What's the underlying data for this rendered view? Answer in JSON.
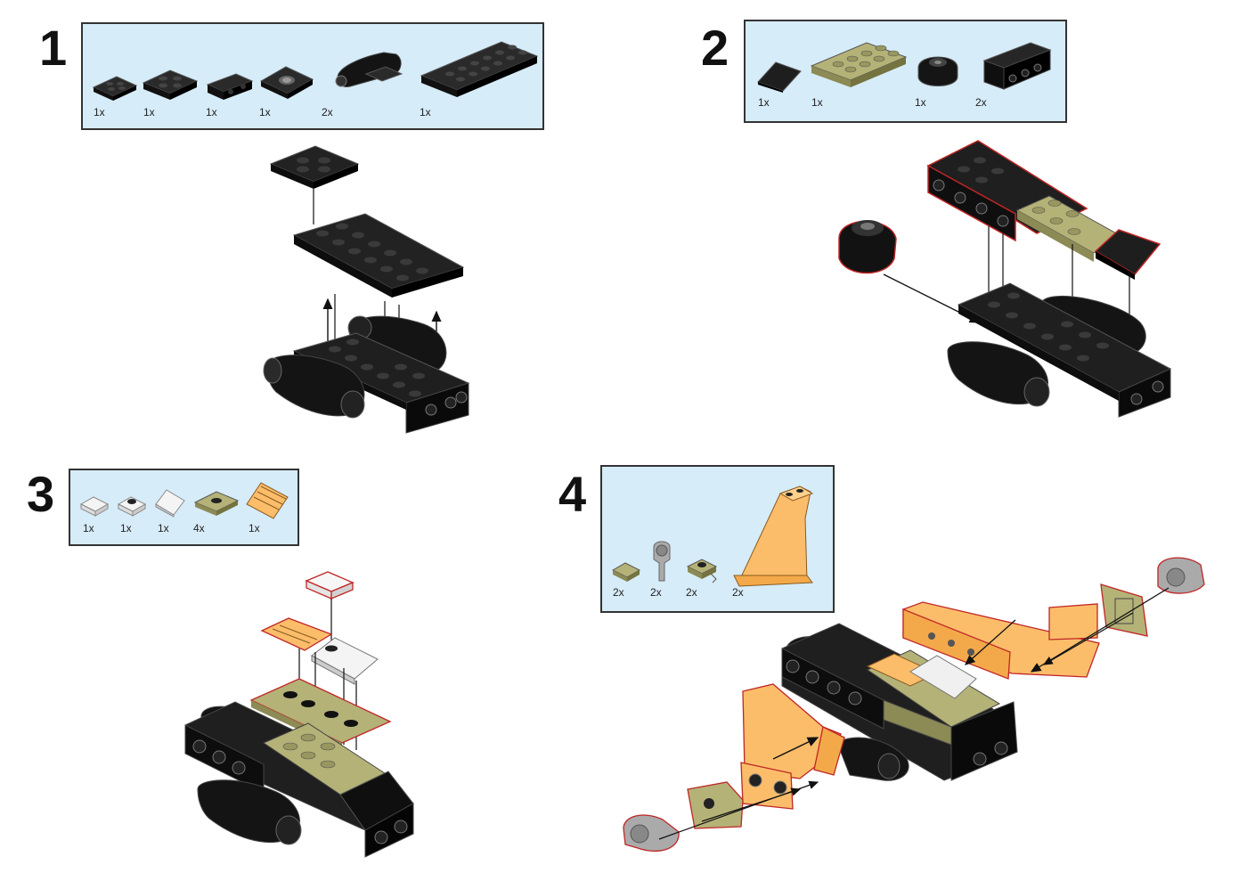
{
  "colors": {
    "parts_background": "#d6ecf8",
    "brick_black": "#111111",
    "brick_olive": "#b4b277",
    "brick_orange": "#fbbd6a",
    "brick_grey": "#aaaaaa",
    "highlight_outline": "#cc2222"
  },
  "steps": [
    {
      "number": "1",
      "parts": [
        {
          "icon": "black-plate-2x2-icon",
          "qty": "1x"
        },
        {
          "icon": "black-plate-2x2-icon",
          "qty": "1x"
        },
        {
          "icon": "black-bracket-icon",
          "qty": "1x"
        },
        {
          "icon": "black-turntable-plate-icon",
          "qty": "1x"
        },
        {
          "icon": "black-jet-engine-icon",
          "qty": "2x"
        },
        {
          "icon": "black-plate-2x6-icon",
          "qty": "1x"
        }
      ]
    },
    {
      "number": "2",
      "parts": [
        {
          "icon": "black-slope-icon",
          "qty": "1x"
        },
        {
          "icon": "olive-plate-2x4-icon",
          "qty": "1x"
        },
        {
          "icon": "black-dome-icon",
          "qty": "1x"
        },
        {
          "icon": "black-bracket-icon",
          "qty": "2x"
        }
      ]
    },
    {
      "number": "3",
      "parts": [
        {
          "icon": "clear-tile-icon",
          "qty": "1x"
        },
        {
          "icon": "clear-jumper-plate-icon",
          "qty": "1x"
        },
        {
          "icon": "clear-slope-icon",
          "qty": "1x"
        },
        {
          "icon": "olive-jumper-plate-icon",
          "qty": "4x"
        },
        {
          "icon": "orange-grille-slope-icon",
          "qty": "1x"
        }
      ]
    },
    {
      "number": "4",
      "parts": [
        {
          "icon": "olive-tile-icon",
          "qty": "2x"
        },
        {
          "icon": "grey-pin-connector-icon",
          "qty": "2x"
        },
        {
          "icon": "olive-clip-plate-icon",
          "qty": "2x"
        },
        {
          "icon": "orange-tail-fin-icon",
          "qty": "2x"
        }
      ]
    }
  ]
}
